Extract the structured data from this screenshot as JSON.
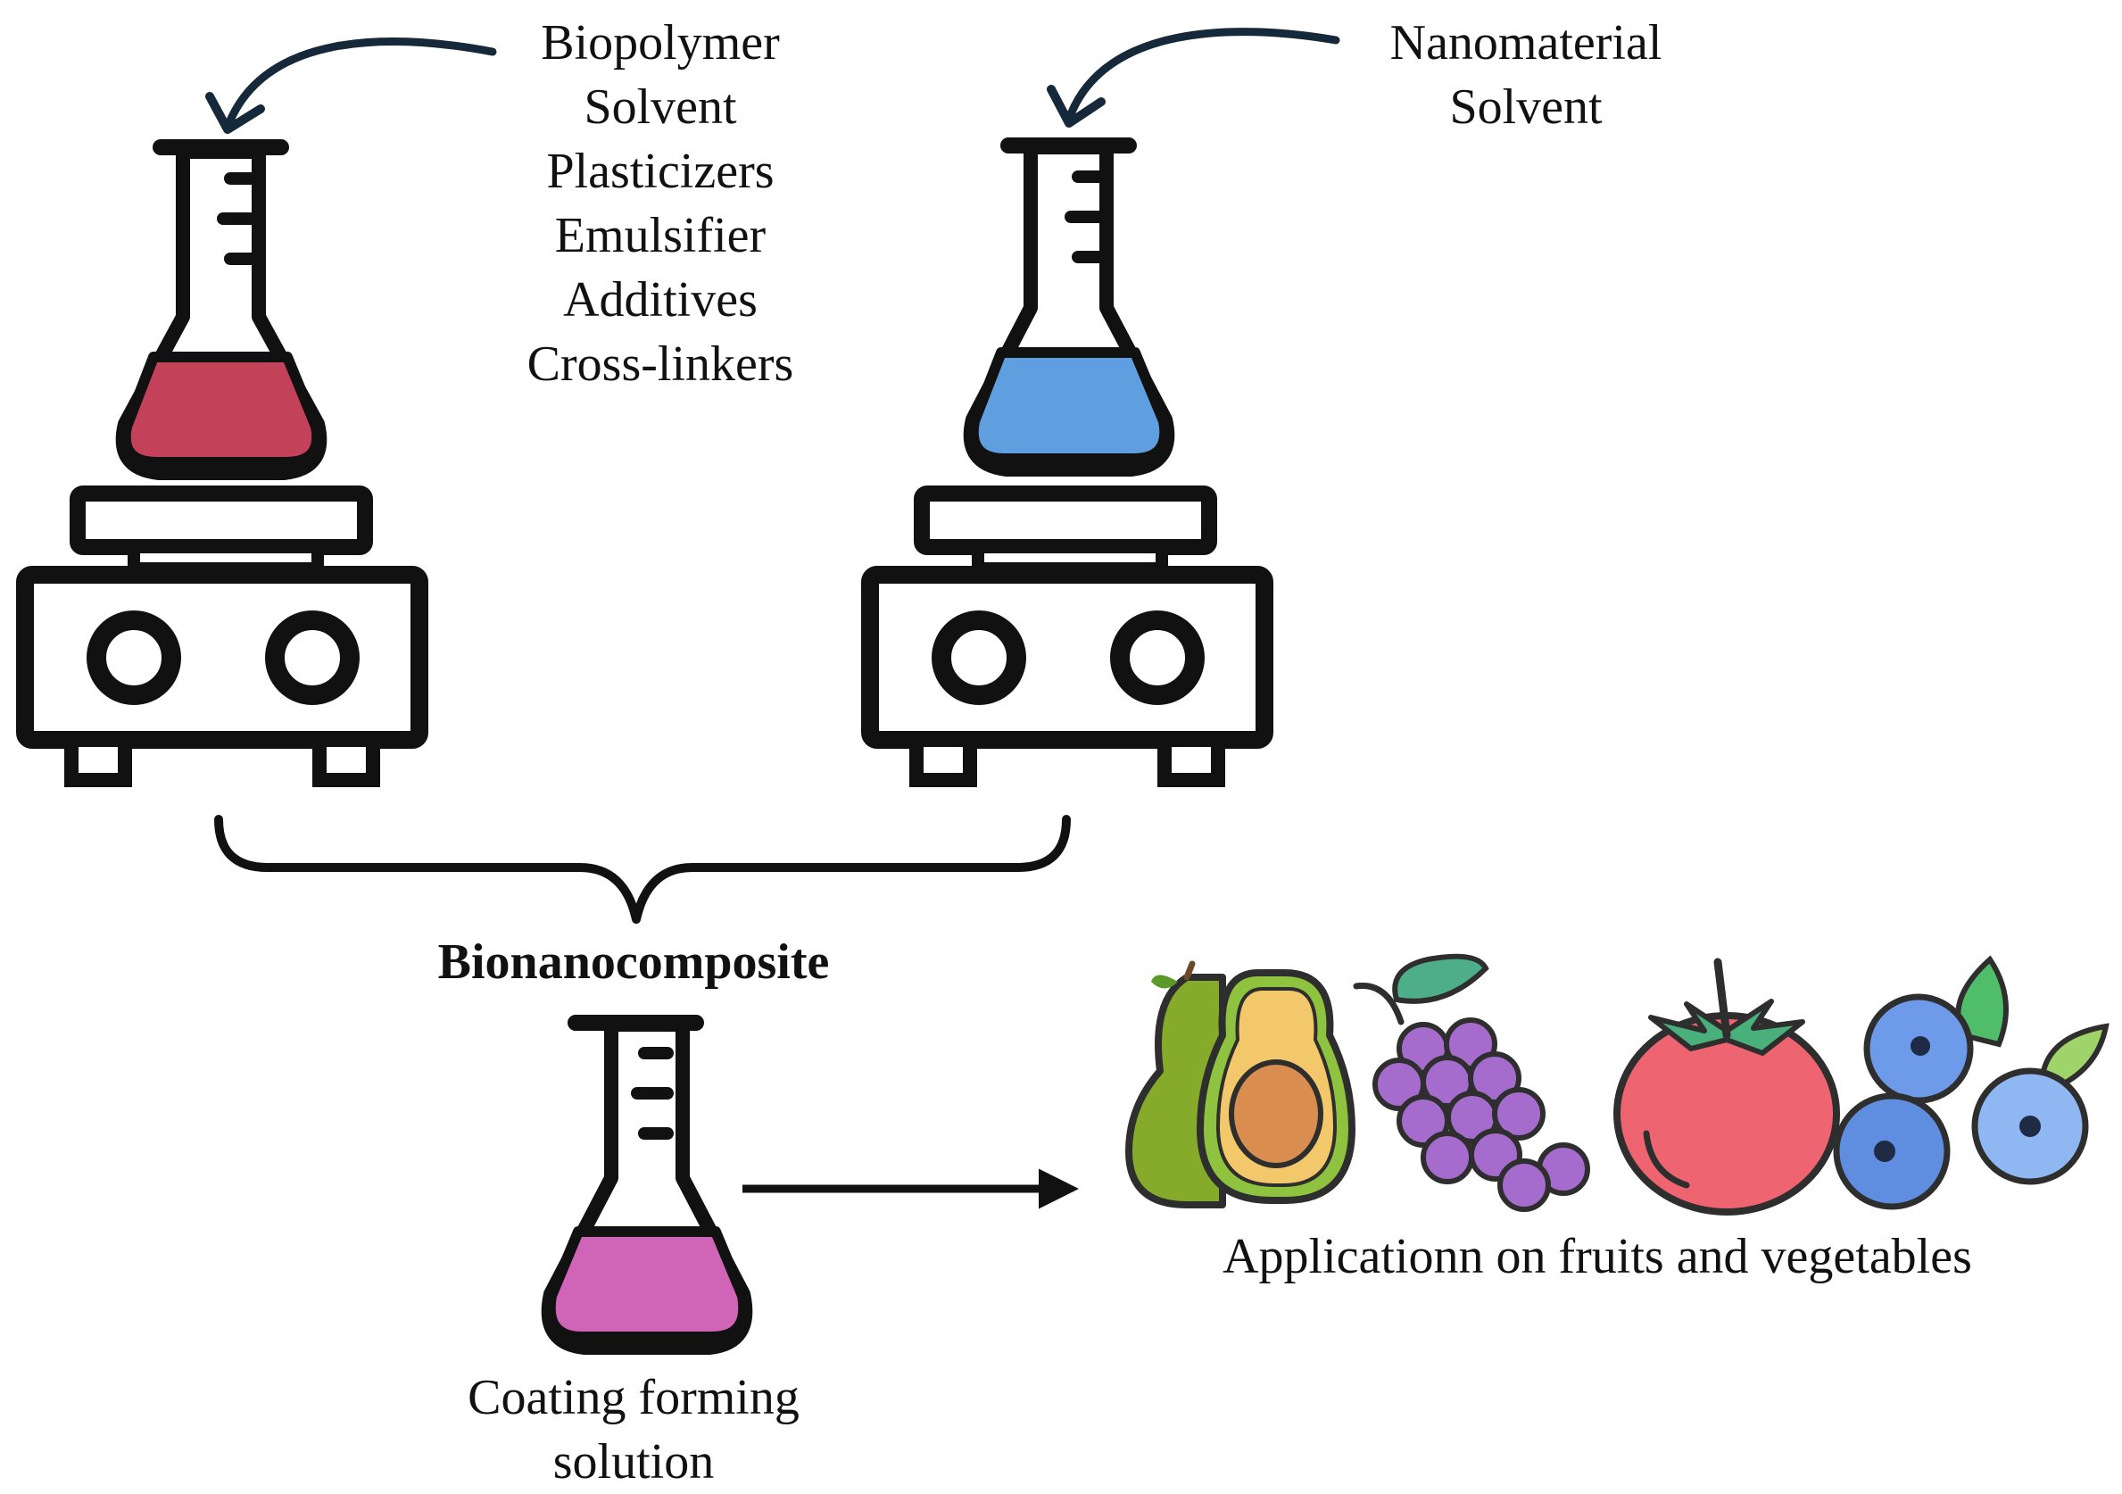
{
  "left_inputs": {
    "items": [
      "Biopolymer",
      "Solvent",
      "Plasticizers",
      "Emulsifier",
      "Additives",
      "Cross-linkers"
    ],
    "liquid_color": "#c4415a"
  },
  "right_inputs": {
    "items": [
      "Nanomaterial",
      "Solvent"
    ],
    "liquid_color": "#609fdf"
  },
  "merge_label": "Bionanocomposite",
  "result": {
    "caption_line1": "Coating forming",
    "caption_line2": "solution",
    "liquid_color": "#d065b8"
  },
  "application": {
    "caption": "Applicationn on fruits and vegetables",
    "fruits": [
      "pear-avocado-icon",
      "grapes-icon",
      "tomato-icon",
      "blueberries-icon"
    ]
  },
  "colors": {
    "outline": "#111111",
    "curved_arrow": "#16293a"
  }
}
